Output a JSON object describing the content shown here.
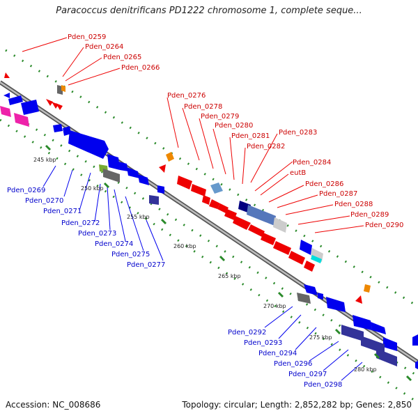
{
  "title": "Paracoccus denitrificans PD1222 chromosome 1, complete seque...",
  "accession": "Accession: NC_008686",
  "topology": "Topology: circular; Length: 2,852,282 bp; Genes: 2,850",
  "colors": {
    "backbone": "#8a8a8a",
    "dots": "#2a8a2a",
    "forward_label": "#cc0000",
    "reverse_label": "#0000cc"
  },
  "ticks": [
    {
      "label": "245 kbp"
    },
    {
      "label": "250 kbp"
    },
    {
      "label": "255 kbp"
    },
    {
      "label": "260 kbp"
    },
    {
      "label": "265 kbp"
    },
    {
      "label": "270 kbp"
    },
    {
      "label": "275 kbp"
    },
    {
      "label": "280 kbp"
    }
  ],
  "forward_labels": [
    "Pden_0259",
    "Pden_0264",
    "Pden_0265",
    "Pden_0266",
    "Pden_0276",
    "Pden_0278",
    "Pden_0279",
    "Pden_0280",
    "Pden_0281",
    "Pden_0283",
    "Pden_0282",
    "Pden_0284",
    "eutB",
    "Pden_0286",
    "Pden_0287",
    "Pden_0288",
    "Pden_0289",
    "Pden_0290"
  ],
  "reverse_labels": [
    "Pden_0269",
    "Pden_0270",
    "Pden_0271",
    "Pden_0272",
    "Pden_0273",
    "Pden_0274",
    "Pden_0275",
    "Pden_0277",
    "Pden_0292",
    "Pden_0293",
    "Pden_0294",
    "Pden_0296",
    "Pden_0297",
    "Pden_0298"
  ]
}
